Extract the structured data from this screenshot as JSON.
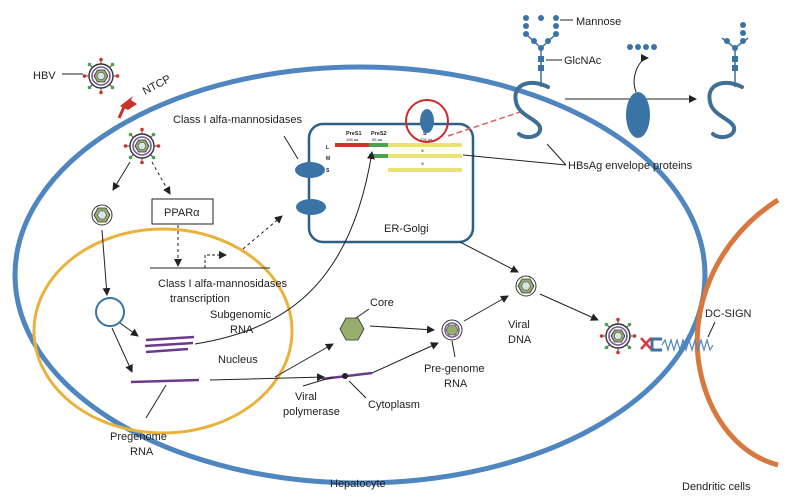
{
  "labels": {
    "hbv": "HBV",
    "ntcp": "NTCP",
    "class1_mannosidases": "Class I alfa-mannosidases",
    "mannose": "Mannose",
    "glcnac": "GlcNAc",
    "hbsag": "HBsAg envelope proteins",
    "ppar": "PPARα",
    "er_golgi": "ER-Golgi",
    "transcription_line1": "Class I alfa-mannosidases",
    "transcription_line2": "transcription",
    "subgenomic_line1": "Subgenomic",
    "subgenomic_line2": "RNA",
    "nucleus": "Nucleus",
    "core": "Core",
    "viral_dna_line1": "Viral",
    "viral_dna_line2": "DNA",
    "pregenome_rna_cyto_line1": "Pre-genome",
    "pregenome_rna_cyto_line2": "RNA",
    "viral_polymerase_line1": "Viral",
    "viral_polymerase_line2": "polymerase",
    "cytoplasm": "Cytoplasm",
    "pregenome_rna_nuc_line1": "Pregenome",
    "pregenome_rna_nuc_line2": "RNA",
    "hepatocyte": "Hepatocyte",
    "dc_sign": "DC-SIGN",
    "dendritic_cells": "Dendritic cells"
  },
  "envelope_genes": {
    "pres1": "PreS1",
    "pres2": "PreS2",
    "s": "S",
    "row_l": "L",
    "row_m": "M",
    "row_s": "S",
    "pres1_aa": "108 aa",
    "pres2_aa": "55 aa",
    "s_aa": "226 aa"
  },
  "colors": {
    "hepatocyte_membrane": "#4f86bf",
    "nucleus_membrane": "#e8b23c",
    "er_golgi_border": "#2f5f83",
    "dendritic_membrane": "#d8783e",
    "mannosidase": "#3a73a6",
    "rna": "#6b3a8c",
    "core": "#97ad6e",
    "pres1_red": "#c8352d",
    "pres2_green": "#4aa150",
    "s_yellow": "#ebe26f",
    "block_red": "#d63a3a"
  }
}
